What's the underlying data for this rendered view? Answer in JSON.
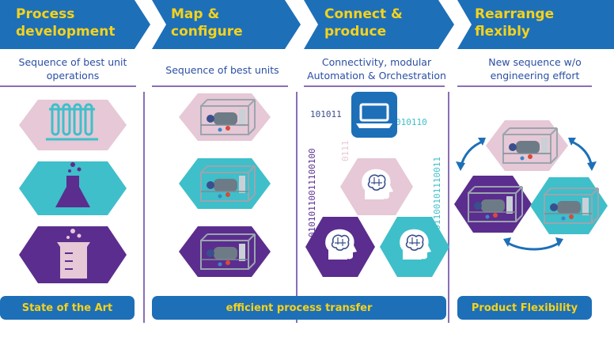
{
  "steps": [
    {
      "title": "Process\ndevelopment",
      "subtitle": "Sequence of best unit\noperations"
    },
    {
      "title": "Map &\nconfigure",
      "subtitle": "Sequence of best units"
    },
    {
      "title": "Connect &\nproduce",
      "subtitle": "Connectivity, modular\nAutomation & Orchestration"
    },
    {
      "title": "Rearrange\nflexibly",
      "subtitle": "New sequence w/o\nengineering effort"
    }
  ],
  "banners": {
    "state_of_art": "State of the Art",
    "transfer": "efficient process transfer",
    "flexibility": "Product Flexibility"
  },
  "binary": {
    "left_top": "101011",
    "right_top": "010110",
    "left_col": "01010110011100100",
    "right_col": "0101100101110011",
    "pink_col": "0111"
  },
  "icons": [
    "test-tubes-icon",
    "flask-icon",
    "beaker-icon",
    "laptop-icon",
    "brain-head-icon",
    "process-module-icon",
    "cycle-arrow-icon"
  ],
  "colors": {
    "chevron_blue": "#1d6fb8",
    "title_yellow": "#f5d21c",
    "pink": "#e6c8d6",
    "teal": "#3fbfca",
    "purple": "#5b2d8e",
    "divider": "#8a6fb5",
    "subtitle_blue": "#2b4fa3"
  }
}
